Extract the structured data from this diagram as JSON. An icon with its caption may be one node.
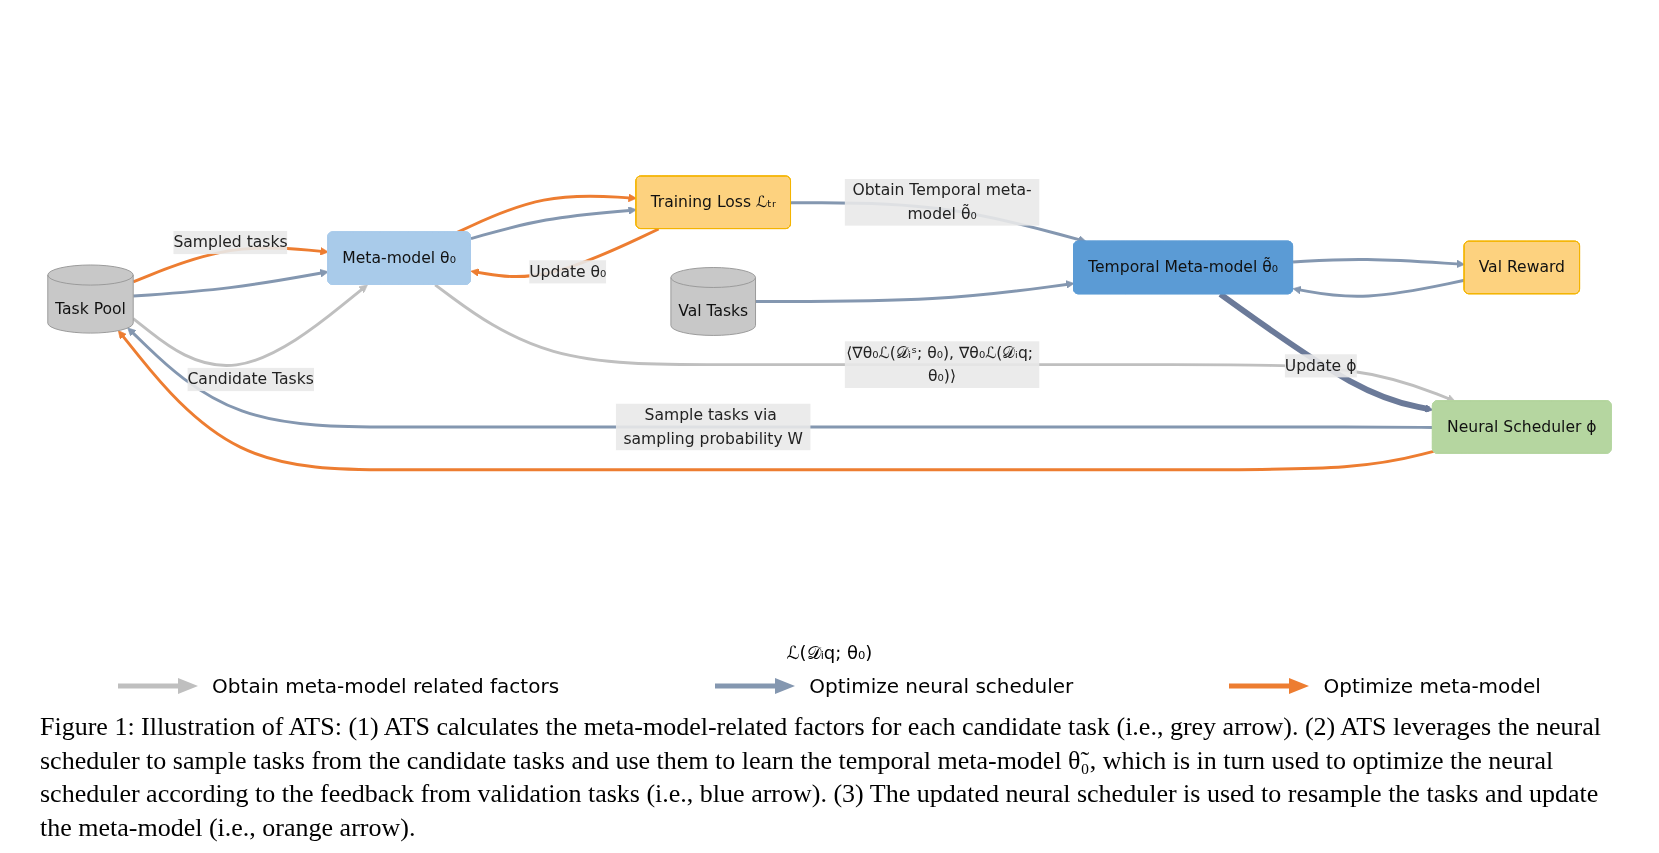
{
  "diagram": {
    "caption": "Figure 1: Illustration of ATS: (1) ATS calculates the meta-model-related factors for each candidate task (i.e., grey arrow). (2) ATS leverages the neural scheduler to sample tasks from the candidate tasks and use them to learn the temporal meta-model θ̃₀, which is in turn used to optimize the neural scheduler according to the feedback from validation tasks (i.e., blue arrow). (3) The updated neural scheduler is used to resample the tasks and update the meta-model (i.e., orange arrow).",
    "nodes": [
      {
        "text": [
          "Task Pool"
        ]
      },
      {
        "text": [
          "Meta-model θ₀"
        ]
      },
      {
        "text": [
          "Training Loss ℒₜᵣ"
        ]
      },
      {
        "text": [
          "Val Reward"
        ]
      },
      {
        "text": [
          "Neural Scheduler ϕ"
        ]
      },
      {
        "text": [
          "Temporal Meta-model θ̃₀"
        ]
      },
      {
        "text": [
          "Val Tasks"
        ]
      }
    ],
    "edges": [
      {
        "from": 0,
        "to": 1,
        "arrow": "to",
        "label": "Sampled tasks",
        "color": "#ed7d31"
      },
      {
        "from": 0,
        "to": 1,
        "arrow": "to",
        "color": "#8497b0"
      },
      {
        "from": 0,
        "to": 1,
        "arrow": "to",
        "label": "Candidate Tasks",
        "color": "#bfbfbf"
      },
      {
        "from": 1,
        "to": 2,
        "arrow": "to",
        "color": "#ed7d31"
      },
      {
        "from": 1,
        "to": 2,
        "arrow": "to",
        "color": "#8497b0"
      },
      {
        "from": 2,
        "to": 1,
        "arrow": "to",
        "label": "Update θ₀",
        "color": "#ed7d31"
      },
      {
        "from": 1,
        "to": 4,
        "arrow": "to",
        "label": "⟨∇θ₀ℒ(𝒟ᵢˢ; θ₀), ∇θ₀ℒ(𝒟ᵢq; θ₀)⟩",
        "color": "#bfbfbf"
      },
      {
        "from": 2,
        "to": 5,
        "arrow": "to",
        "label": "Obtain Temporal meta-model θ̃₀",
        "color": "#8497b0"
      },
      {
        "from": 5,
        "to": 3,
        "arrow": "to",
        "color": "#8497b0"
      },
      {
        "from": 3,
        "to": 5,
        "arrow": "to",
        "color": "#8497b0"
      },
      {
        "from": 6,
        "to": 5,
        "arrow": "to",
        "color": "#8497b0"
      },
      {
        "from": 5,
        "to": 4,
        "arrow": "to",
        "label": "Update ϕ",
        "style": "thick",
        "color": "#6b7a99"
      },
      {
        "from": 4,
        "to": 0,
        "arrow": "to",
        "label": "Sample tasks via sampling probability W",
        "color": "#8497b0"
      },
      {
        "from": 4,
        "to": 0,
        "arrow": "to",
        "color": "#ed7d31"
      }
    ],
    "labels": [
      "ℒ(𝒟ᵢq; θ₀)"
    ],
    "legend": [
      {
        "text": "Obtain meta-model related factors",
        "color": "#bfbfbf"
      },
      {
        "text": "Optimize neural scheduler",
        "color": "#8497b0"
      },
      {
        "text": "Optimize meta-model",
        "color": "#ed7d31"
      }
    ]
  }
}
